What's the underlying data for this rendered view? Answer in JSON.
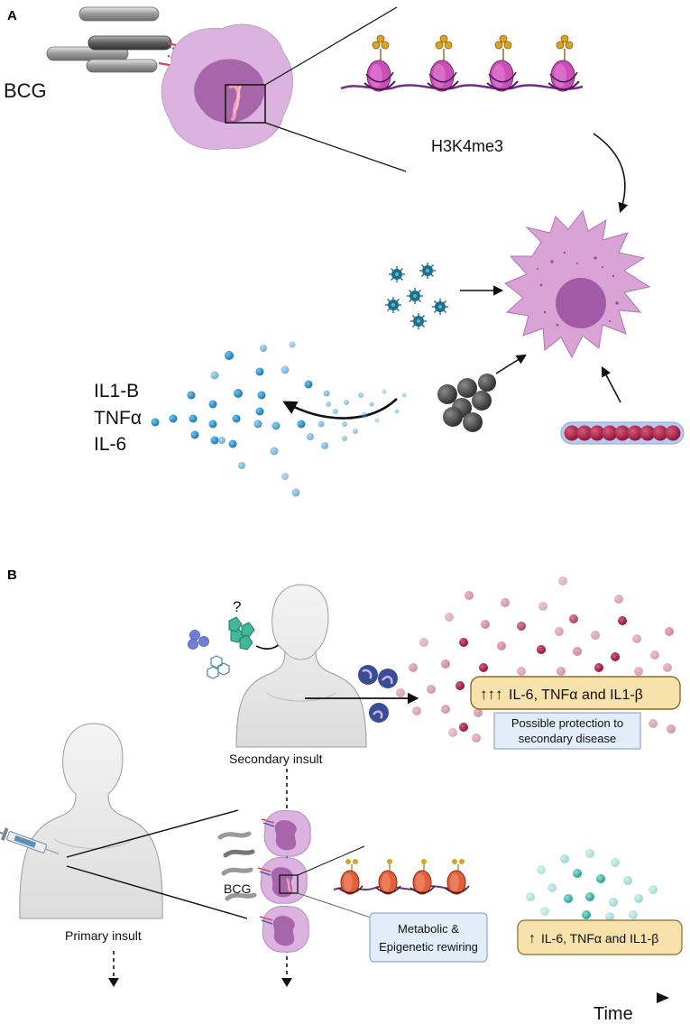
{
  "panel_a": {
    "letter": "A",
    "bcg_label": "BCG",
    "histone_mark": "H3K4me3",
    "cytokines": [
      "IL1-B",
      "TNFα",
      "IL-6"
    ]
  },
  "panel_b": {
    "letter": "B",
    "question_mark": "?",
    "secondary_insult": "Secondary insult",
    "primary_insult": "Primary insult",
    "bcg_label": "BCG",
    "high_response_box": {
      "arrows": "↑↑↑",
      "text": "IL-6, TNFα and IL1-β"
    },
    "protection_box": [
      "Possible protection to",
      "secondary disease"
    ],
    "rewiring_box": [
      "Metabolic &",
      "Epigenetic rewiring"
    ],
    "low_response_box": {
      "arrows": "↑",
      "text": "IL-6, TNFα and IL1-β"
    },
    "time_axis_label": "Time"
  },
  "colors": {
    "macrophage": "#d9a9d9",
    "nucleus": "#a565a8",
    "cytokine_blue": "#2b8fc9",
    "cytokine_red": "#b01e48",
    "cytokine_teal": "#38b8b0",
    "virus": "#1e6f8c",
    "box_yellow": "#f7e1ab",
    "box_blue": "#e3ecf9",
    "bacteria": "#a11a22"
  }
}
